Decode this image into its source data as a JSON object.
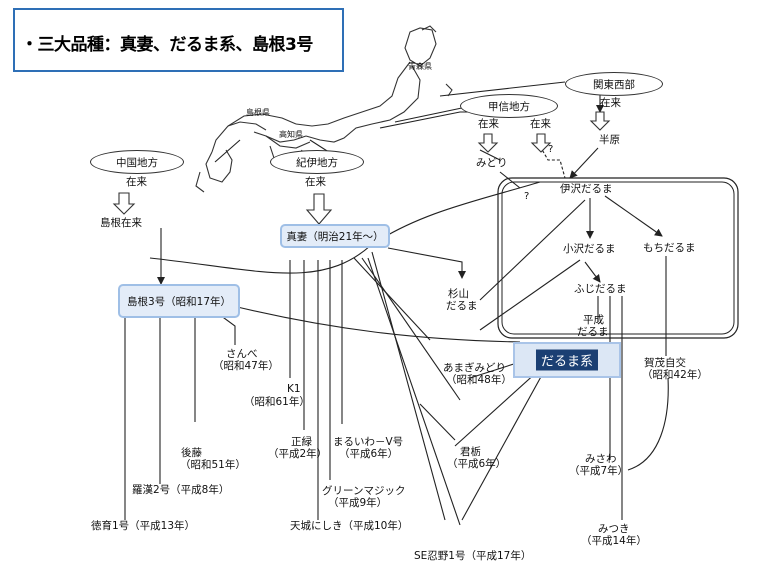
{
  "title": "・三大品種：真妻、だるま系、島根3号",
  "map_labels": {
    "aomori": "青森県",
    "shimane": "島根県",
    "kochi": "高知県"
  },
  "origins": {
    "chugoku": {
      "label": "中国地方",
      "sub": "在来"
    },
    "kii": {
      "label": "紀伊地方",
      "sub": "在来"
    },
    "koshin": {
      "label": "甲信地方",
      "sub1": "在来",
      "sub2": "在来"
    },
    "kanto": {
      "label": "関東西部",
      "sub": "在来"
    }
  },
  "varieties": {
    "shimane_zairai": "島根在来",
    "shimane3": "島根3号（昭和17年）",
    "mazuma": "真妻（明治21年～）",
    "midori": "みどり",
    "hanbara": "半原",
    "izawa_daruma": "伊沢だるま",
    "kozawa_daruma": "小沢だるま",
    "mochi_daruma": "もちだるま",
    "fuji_daruma": "ふじだるま",
    "heisei_daruma_1": "平成",
    "heisei_daruma_2": "だるま",
    "sugiyama_1": "杉山",
    "sugiyama_2": "だるま",
    "sanbe_1": "さんべ",
    "sanbe_2": "（昭和47年）",
    "k1_1": "K1",
    "k1_2": "（昭和61年）",
    "goto_1": "後藤",
    "goto_2": "（昭和51年）",
    "rakan2": "羅漢2号（平成8年）",
    "tokuiku1": "徳育1号（平成13年）",
    "shoryoku_1": "正緑",
    "shoryoku_2": "（平成2年）",
    "maruiwa_1": "まるいわ－V号",
    "maruiwa_2": "（平成6年）",
    "green_1": "グリーンマジック",
    "green_2": "（平成9年）",
    "amagi": "天城にしき（平成10年）",
    "amagi_midori_1": "あまぎみどり",
    "amagi_midori_2": "（昭和48年）",
    "kimitochi_1": "君栃",
    "kimitochi_2": "（平成6年）",
    "se_shinobu": "SE忍野1号（平成17年）",
    "kamo_1": "賀茂自交",
    "kamo_2": "（昭和42年）",
    "misawa_1": "みさわ",
    "misawa_2": "（平成7年）",
    "mitsuki_1": "みつき",
    "mitsuki_2": "（平成14年）"
  },
  "group_label": "だるま系",
  "question_mark": "?",
  "colors": {
    "title_border": "#2e6fb6",
    "highlight_fill": "#e3ecf8",
    "highlight_border": "#9fbfe6",
    "group_label_bg": "#1b3f73"
  }
}
